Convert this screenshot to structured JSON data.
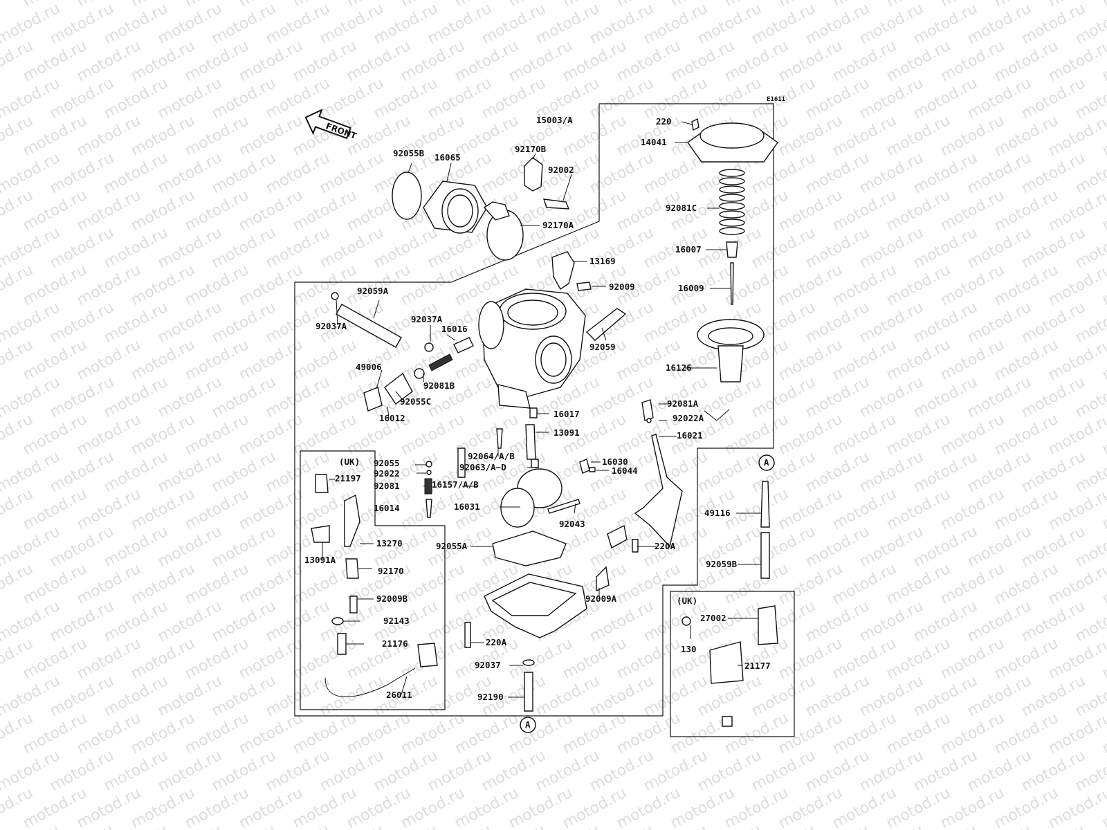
{
  "diagram_code": "E1611",
  "front_arrow": "FRONT",
  "watermark_text": "motod.ru",
  "connector": "A",
  "region_uk": "(UK)",
  "labels": {
    "p15003A": "15003/A",
    "p220": "220",
    "p14041": "14041",
    "p92055B": "92055B",
    "p16065": "16065",
    "p92170B": "92170B",
    "p92002": "92002",
    "p92081C": "92081C",
    "p92170A": "92170A",
    "p16007": "16007",
    "p13169": "13169",
    "p16009": "16009",
    "p92059A": "92059A",
    "p92009": "92009",
    "p92037A_1": "92037A",
    "p92037A_2": "92037A",
    "p16016": "16016",
    "p92059": "92059",
    "p16126": "16126",
    "p49006": "49006",
    "p92081B": "92081B",
    "p92055C": "92055C",
    "p16012": "16012",
    "p92081A": "92081A",
    "p16017": "16017",
    "p92022A": "92022A",
    "p13091": "13091",
    "p16021": "16021",
    "p92055": "92055",
    "p92064": "92064/A/B",
    "p92022": "92022",
    "p92063": "92063/A~D",
    "p16030": "16030",
    "p16044": "16044",
    "p92081": "92081",
    "p16157": "16157/A/B",
    "p21197": "21197",
    "p16014": "16014",
    "p16031": "16031",
    "p49116": "49116",
    "p92043": "92043",
    "p13270": "13270",
    "p92055A": "92055A",
    "p220A_1": "220A",
    "p13091A": "13091A",
    "p92170": "92170",
    "p92059B": "92059B",
    "p92009B": "92009B",
    "p92009A": "92009A",
    "p92143": "92143",
    "p27002": "27002",
    "p21176": "21176",
    "p220A_2": "220A",
    "p130": "130",
    "p92037": "92037",
    "p21177": "21177",
    "p26011": "26011",
    "p92190": "92190"
  }
}
